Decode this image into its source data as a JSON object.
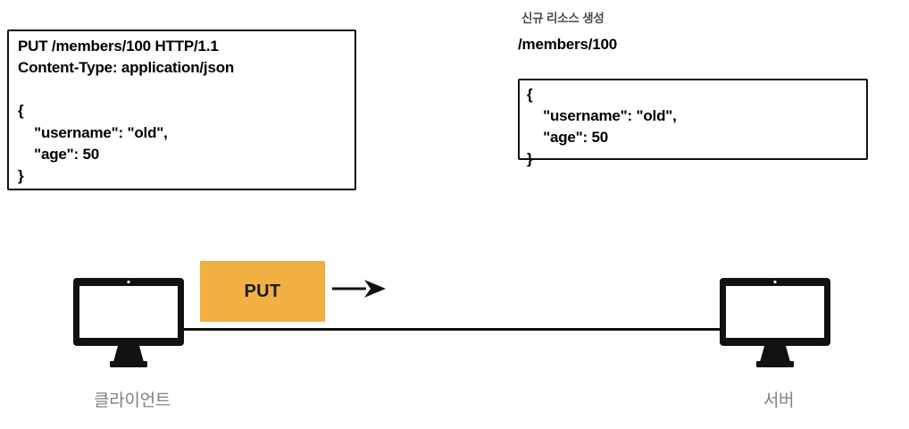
{
  "diagram": {
    "request": {
      "box_name": "http-request-box",
      "text": "PUT /members/100 HTTP/1.1\nContent-Type: application/json\n\n{\n    \"username\": \"old\",\n    \"age\": 50\n}"
    },
    "resource": {
      "caption": "신규 리소스 생성",
      "path": "/members/100",
      "json": "{\n    \"username\": \"old\",\n    \"age\": 50\n}"
    },
    "flow": {
      "method_label": "PUT",
      "method_color": "#f2af42",
      "arrow_direction": "right"
    },
    "nodes": {
      "client_label": "클라이언트",
      "server_label": "서버",
      "label_color": "#808080"
    },
    "colors": {
      "stroke": "#111111",
      "background": "#ffffff",
      "accent": "#f2af42",
      "caption": "#4a4a4a"
    }
  }
}
